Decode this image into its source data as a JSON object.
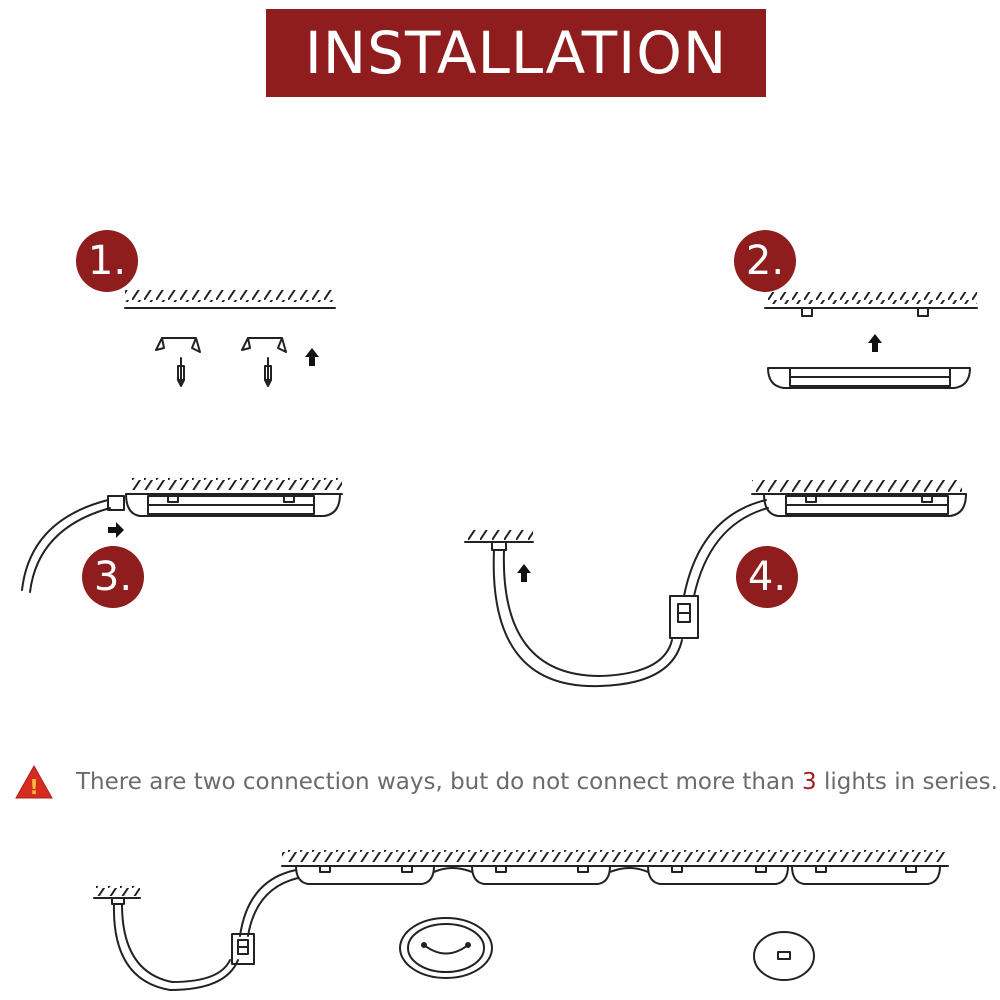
{
  "title": "INSTALLATION",
  "steps": [
    {
      "label": "1."
    },
    {
      "label": "2."
    },
    {
      "label": "3."
    },
    {
      "label": "4."
    }
  ],
  "warning": {
    "icon": "warning-icon",
    "icon_mark": "!",
    "text_before": "There are two connection ways, but do not connect more than ",
    "highlight": "3",
    "text_after": " lights in series."
  },
  "colors": {
    "brand": "#8f1d1d",
    "warning_icon": "#d62b1e",
    "note_text": "#6b6b6b",
    "line_art": "#222222"
  }
}
